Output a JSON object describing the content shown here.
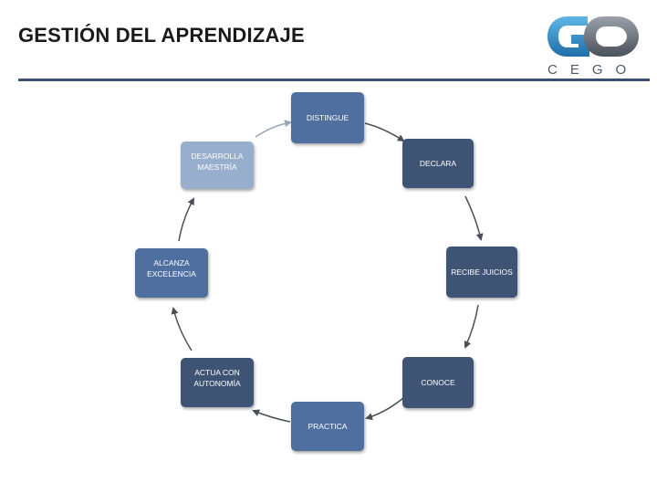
{
  "title": "GESTIÓN DEL APRENDIZAJE",
  "logo": {
    "mark": "GO",
    "sub": "CEGO"
  },
  "colors": {
    "accent_rule": "#3c4f73",
    "node_medium": "#4f6f9f",
    "node_dark": "#3f5475",
    "node_light": "#98aecd",
    "arrow": "#4a4f58"
  },
  "nodes": [
    {
      "id": "distingue",
      "label": "DISTINGUE"
    },
    {
      "id": "declara",
      "label": "DECLARA"
    },
    {
      "id": "recibe-juicios",
      "label": "RECIBE JUICIOS"
    },
    {
      "id": "conoce",
      "label": "CONOCE"
    },
    {
      "id": "practica",
      "label": "PRACTICA"
    },
    {
      "id": "actua-con-autonomia",
      "label": "ACTUA CON\nAUTONOMÍA"
    },
    {
      "id": "alcanza-excelencia",
      "label": "ALCANZA\nEXCELENCIA"
    },
    {
      "id": "desarrolla-maestria",
      "label": "DESARROLLA\nMAESTRÍA"
    }
  ]
}
